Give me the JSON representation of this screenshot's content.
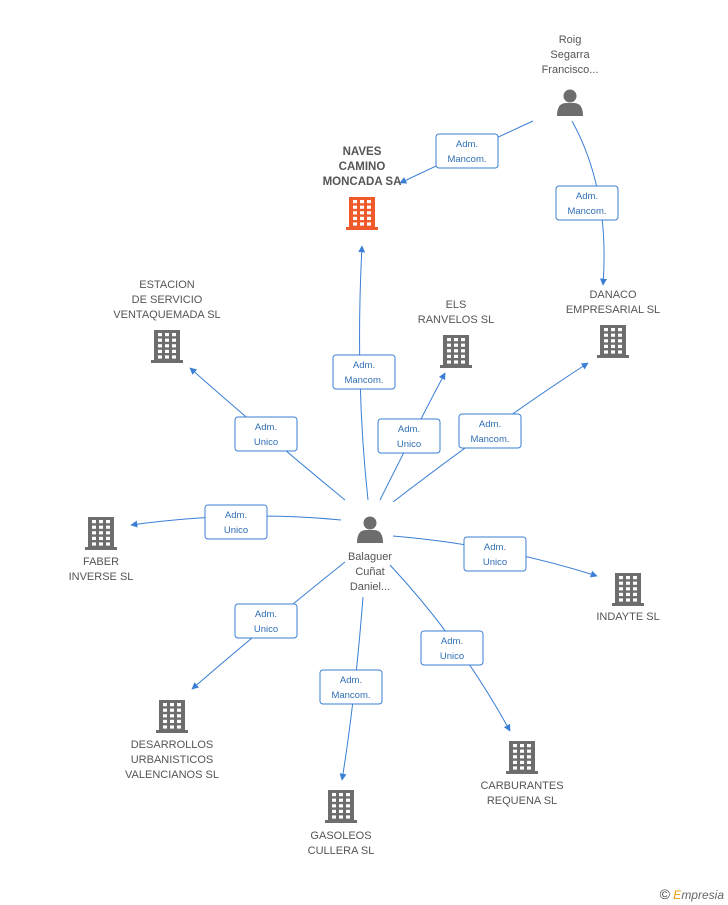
{
  "colors": {
    "edge": "#3a7fd5",
    "company": "#6d6d6d",
    "focus_company": "#f05a2a",
    "person": "#6d6d6d"
  },
  "nodes": [
    {
      "id": "naves",
      "type": "company",
      "focus": true,
      "lines": [
        "NAVES",
        "CAMINO",
        "MONCADA SA"
      ]
    },
    {
      "id": "roig",
      "type": "person",
      "lines": [
        "Roig",
        "Segarra",
        "Francisco..."
      ]
    },
    {
      "id": "danaco",
      "type": "company",
      "lines": [
        "DANACO",
        "EMPRESARIAL SL"
      ]
    },
    {
      "id": "estacion",
      "type": "company",
      "lines": [
        "ESTACION",
        "DE SERVICIO",
        "VENTAQUEMADA SL"
      ]
    },
    {
      "id": "els",
      "type": "company",
      "lines": [
        "ELS",
        "RANVELOS SL"
      ]
    },
    {
      "id": "balaguer",
      "type": "person",
      "lines": [
        "Balaguer",
        "Cuñat",
        "Daniel..."
      ]
    },
    {
      "id": "faber",
      "type": "company",
      "lines": [
        "FABER",
        "INVERSE SL"
      ]
    },
    {
      "id": "indayte",
      "type": "company",
      "lines": [
        "INDAYTE SL"
      ]
    },
    {
      "id": "desarrollos",
      "type": "company",
      "lines": [
        "DESARROLLOS",
        "URBANISTICOS",
        "VALENCIANOS SL"
      ]
    },
    {
      "id": "gasoleos",
      "type": "company",
      "lines": [
        "GASOLEOS",
        "CULLERA  SL"
      ]
    },
    {
      "id": "carburantes",
      "type": "company",
      "lines": [
        "CARBURANTES",
        "REQUENA SL"
      ]
    }
  ],
  "edges": [
    {
      "from": "roig",
      "to": "naves",
      "lines": [
        "Adm.",
        "Mancom."
      ]
    },
    {
      "from": "roig",
      "to": "danaco",
      "lines": [
        "Adm.",
        "Mancom."
      ]
    },
    {
      "from": "balaguer",
      "to": "naves",
      "lines": [
        "Adm.",
        "Mancom."
      ]
    },
    {
      "from": "balaguer",
      "to": "estacion",
      "lines": [
        "Adm.",
        "Unico"
      ]
    },
    {
      "from": "balaguer",
      "to": "els",
      "lines": [
        "Adm.",
        "Unico"
      ]
    },
    {
      "from": "balaguer",
      "to": "danaco",
      "lines": [
        "Adm.",
        "Mancom."
      ]
    },
    {
      "from": "balaguer",
      "to": "faber",
      "lines": [
        "Adm.",
        "Unico"
      ]
    },
    {
      "from": "balaguer",
      "to": "indayte",
      "lines": [
        "Adm.",
        "Unico"
      ]
    },
    {
      "from": "balaguer",
      "to": "desarrollos",
      "lines": [
        "Adm.",
        "Unico"
      ]
    },
    {
      "from": "balaguer",
      "to": "gasoleos",
      "lines": [
        "Adm.",
        "Mancom."
      ]
    },
    {
      "from": "balaguer",
      "to": "carburantes",
      "lines": [
        "Adm.",
        "Unico"
      ]
    }
  ],
  "watermark": {
    "symbol": "©",
    "brand_initial": "E",
    "brand_rest": "mpresia"
  }
}
